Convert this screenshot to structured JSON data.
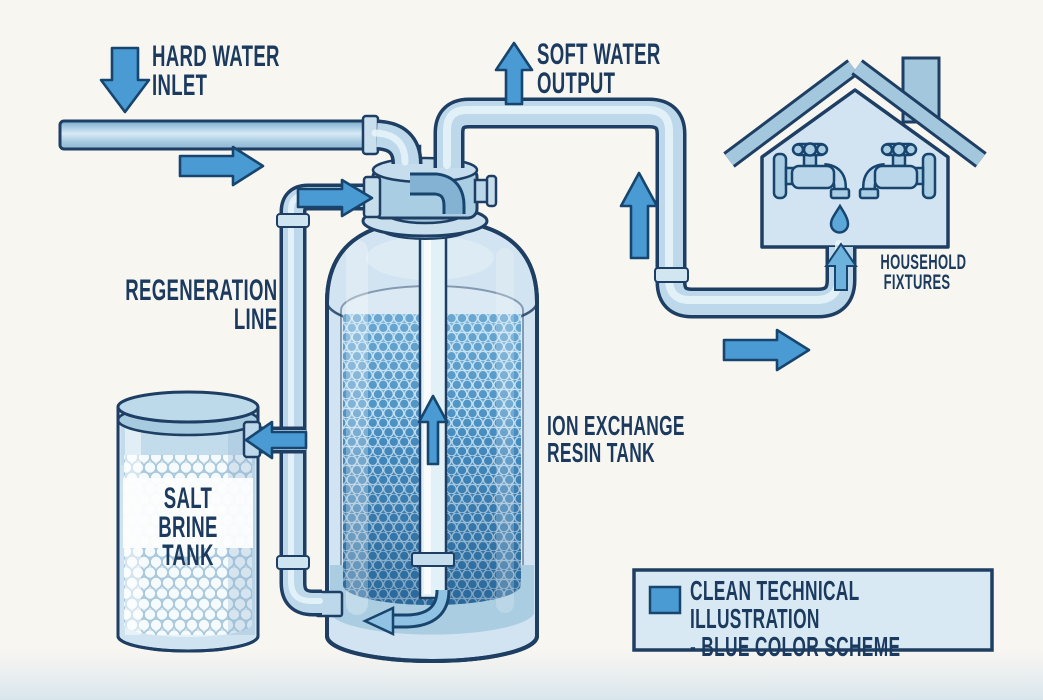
{
  "diagram": {
    "title": "Water softener system technical illustration",
    "background_color": "#f8f6f1",
    "outline_color": "#1e3f63",
    "arrow_color": "#4a9bd3",
    "pipe_color": "#bcd8ea",
    "tank_fill_color": "#cfe3f0",
    "resin_bead_color": "#4a92c4",
    "labels": {
      "hard_water_inlet": "HARD WATER\nINLET",
      "soft_water_output": "SOFT WATER\nOUTPUT",
      "regeneration_line": "REGENERATION\nLINE",
      "ion_exchange_resin_tank": "ION EXCHANGE\nRESIN TANK",
      "salt_brine_tank": "SALT BRINE\nTANK",
      "household_fixtures": "HOUSEHOLD\nFIXTURES"
    },
    "legend": {
      "swatch_color": "#4a9bd3",
      "caption": "CLEAN TECHNICAL ILLUSTRATION\n- BLUE COLOR SCHEME"
    },
    "components": [
      "hard water inlet pipe",
      "control valve head",
      "ion exchange resin tank with riser tube",
      "regeneration line",
      "salt brine tank with salt pellets",
      "soft water output pipe",
      "house with two faucets (household fixtures)"
    ]
  }
}
